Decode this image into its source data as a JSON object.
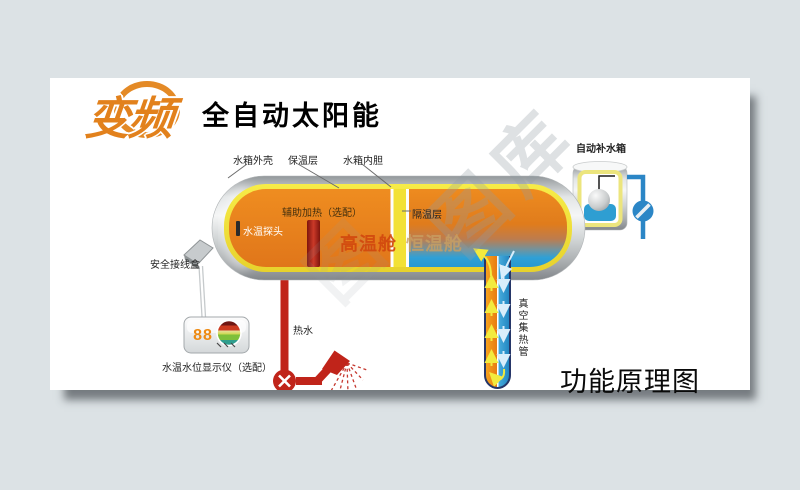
{
  "header": {
    "logo_text": "变频",
    "title": "全自动太阳能"
  },
  "footer": {
    "caption": "功能原理图"
  },
  "watermark": {
    "main": "图库",
    "faint": "图"
  },
  "labels": {
    "tank_shell": "水箱外壳",
    "insulation": "保温层",
    "inner_liner": "水箱内胆",
    "divider": "隔温层",
    "aux_heating": "辅助加热（选配）",
    "temp_probe": "水温探头",
    "hot_chamber": "高温舱",
    "const_chamber": "恒温舱",
    "junction_box": "安全接线盒",
    "display_unit": "水温水位显示仪（选配）",
    "hot_water": "热水",
    "vacuum_tube": "真空集热管",
    "refill_tank": "自动补水箱"
  },
  "display_device": {
    "digits": "88"
  },
  "colors": {
    "background": "#dce2e5",
    "panel": "#ffffff",
    "brand_orange": "#e2811c",
    "tank_orange": "#e8831c",
    "insulation_yellow": "#f2e136",
    "hot_pipe_red": "#c0241a",
    "cold_pipe_blue": "#2b86c6",
    "tube_outline_navy": "#263668",
    "shell_grey": "#b9bcbe"
  }
}
